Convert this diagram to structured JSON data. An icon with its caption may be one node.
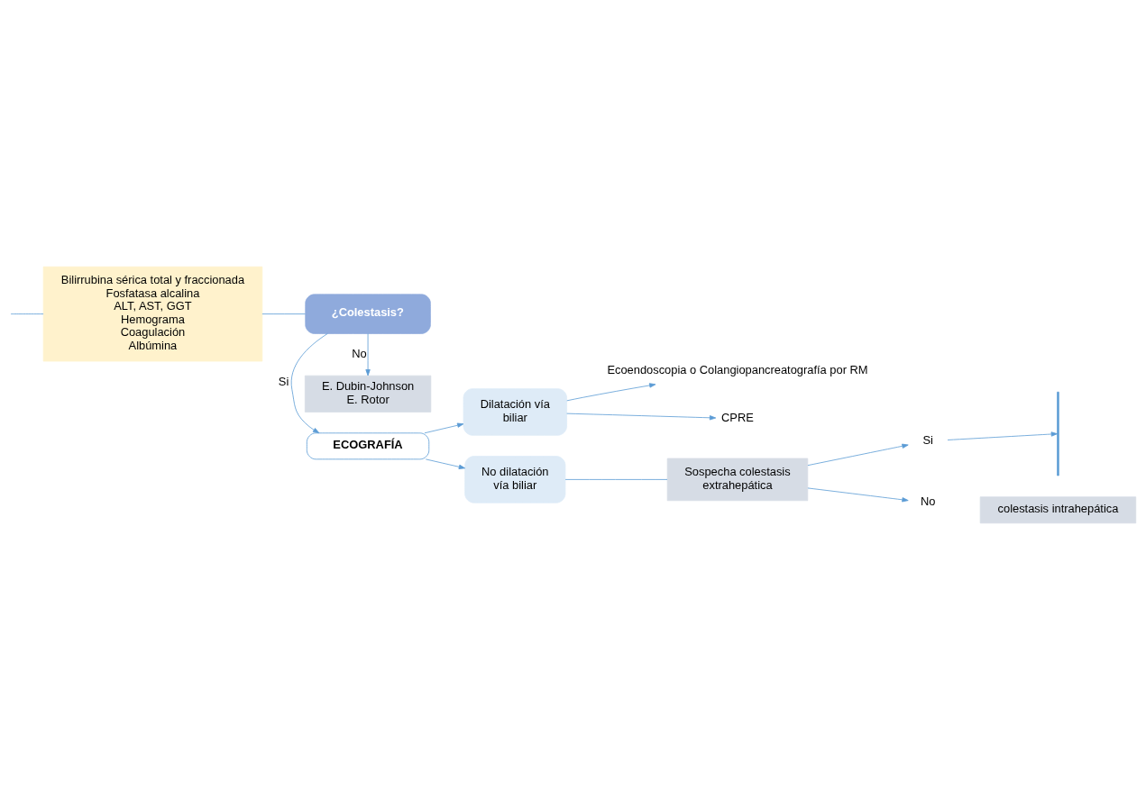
{
  "diagram": {
    "nodes": [
      {
        "text": [
          "Bilirrubina sérica total y fraccionada",
          "Fosfatasa alcalina",
          "ALT, AST, GGT",
          "Hemograma",
          "Coagulación",
          "Albúmina"
        ]
      },
      {
        "text": [
          "¿Colestasis?"
        ]
      },
      {
        "text": [
          "ECOGRAFÍA"
        ]
      },
      {
        "text": [
          "E. Dubin-Johnson",
          "E. Rotor"
        ]
      },
      {
        "text": [
          "Dilatación vía biliar"
        ]
      },
      {
        "text": [
          "Ecoendoscopia o Colangiopancreatografía por RM"
        ]
      },
      {
        "text": [
          "CPRE"
        ]
      },
      {
        "text": [
          "No dilatación vía biliar"
        ]
      },
      {
        "text": [
          "Sospecha colestasis extrahepática"
        ]
      },
      {
        "text": [
          "Si"
        ]
      },
      {
        "text": [
          "No"
        ]
      },
      {
        "text": [
          "colestasis intrahepática"
        ]
      },
      {
        "text": [],
        "shape": "bracket"
      }
    ],
    "edges": [
      {
        "from": null,
        "to": 0,
        "arrow": "none"
      },
      {
        "from": 0,
        "to": 1,
        "arrow": "none"
      },
      {
        "from": 1,
        "to": 2,
        "arrow": "to",
        "label": "Si"
      },
      {
        "from": 1,
        "to": 3,
        "arrow": "to",
        "label": "No"
      },
      {
        "from": 2,
        "to": 4,
        "arrow": "to"
      },
      {
        "from": 2,
        "to": 7,
        "arrow": "to"
      },
      {
        "from": 4,
        "to": 5,
        "arrow": "to"
      },
      {
        "from": 4,
        "to": 6,
        "arrow": "to"
      },
      {
        "from": 7,
        "to": 8,
        "arrow": "none"
      },
      {
        "from": 8,
        "to": 9,
        "arrow": "to"
      },
      {
        "from": 8,
        "to": 10,
        "arrow": "to"
      },
      {
        "from": 9,
        "to": 12,
        "arrow": "to"
      }
    ]
  }
}
